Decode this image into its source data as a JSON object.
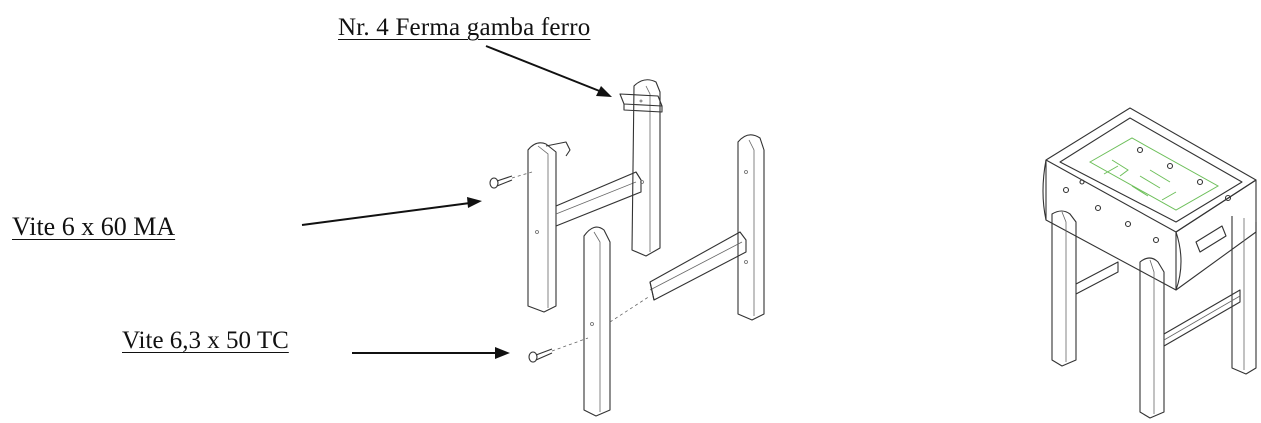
{
  "labels": {
    "ferma": "Nr. 4 Ferma gamba ferro",
    "vite_660": "Vite 6 x 60 MA",
    "vite_63": "Vite 6,3 x 50 TC"
  },
  "colors": {
    "line": "#333333",
    "arrow": "#111111",
    "green_detail": "#6dbf5a"
  }
}
